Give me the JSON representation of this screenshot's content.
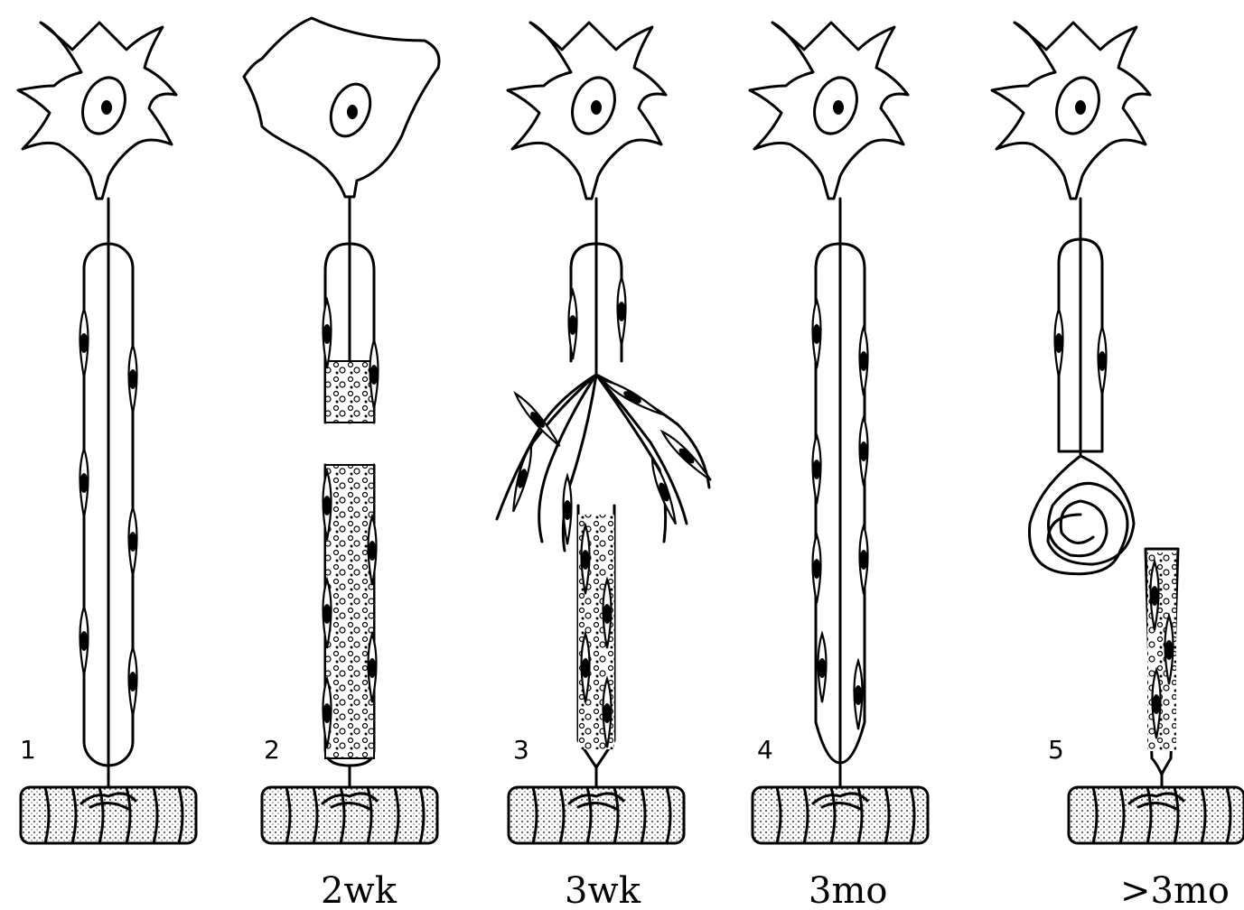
{
  "panels": [
    {
      "number": "1",
      "time": ""
    },
    {
      "number": "2",
      "time": "2wk"
    },
    {
      "number": "3",
      "time": "3wk"
    },
    {
      "number": "4",
      "time": "3mo"
    },
    {
      "number": "5",
      "time": ">3mo"
    }
  ],
  "colors": {
    "ink": "#000000",
    "background": "#ffffff",
    "muscle_shade": "#888888"
  }
}
